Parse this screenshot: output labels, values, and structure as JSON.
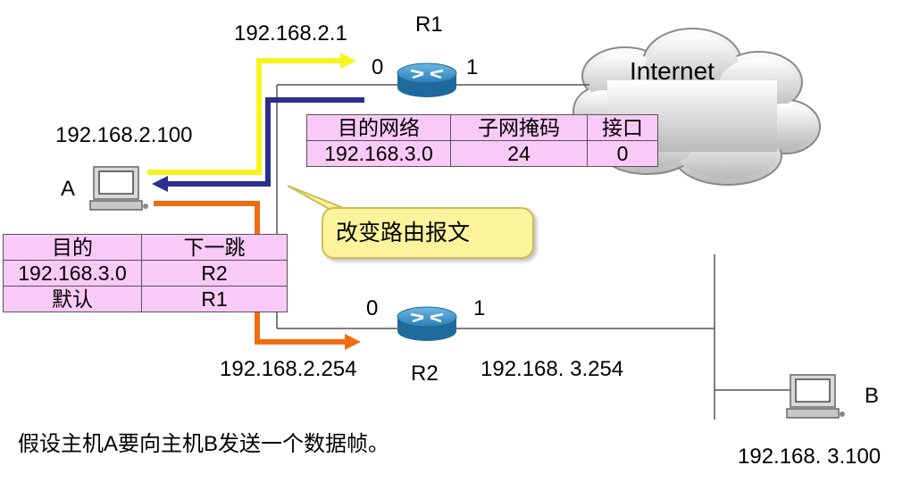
{
  "labels": {
    "r1_name": "R1",
    "r2_name": "R2",
    "r1_port0": "0",
    "r1_port1": "1",
    "r2_port0": "0",
    "r2_port1": "1",
    "r1_ip": "192.168.2.1",
    "r2_ip_left": "192.168.2.254",
    "r2_ip_right": "192.168. 3.254",
    "host_a_ip": "192.168.2.100",
    "host_a_name": "A",
    "host_b_name": "B",
    "host_b_ip": "192.168. 3.100",
    "internet": "Internet",
    "caption": "假设主机A要向主机B发送一个数据帧。"
  },
  "callout": {
    "text": "改变路由报文"
  },
  "redirect_table": {
    "headers": [
      "目的网络",
      "子网掩码",
      "接口"
    ],
    "rows": [
      [
        "192.168.3.0",
        "24",
        "0"
      ]
    ]
  },
  "host_route_table": {
    "headers": [
      "目的",
      "下一跳"
    ],
    "rows": [
      [
        "192.168.3.0",
        "R2"
      ],
      [
        "默认",
        "R1"
      ]
    ]
  },
  "colors": {
    "yellow_arrow": "#f7f51c",
    "blue_arrow": "#2b2f8f",
    "orange_arrow": "#f26b12",
    "table_fill": "#f9c9f7",
    "callout_fill": "#fbf49c",
    "router_blue": "#2a7fb8"
  }
}
